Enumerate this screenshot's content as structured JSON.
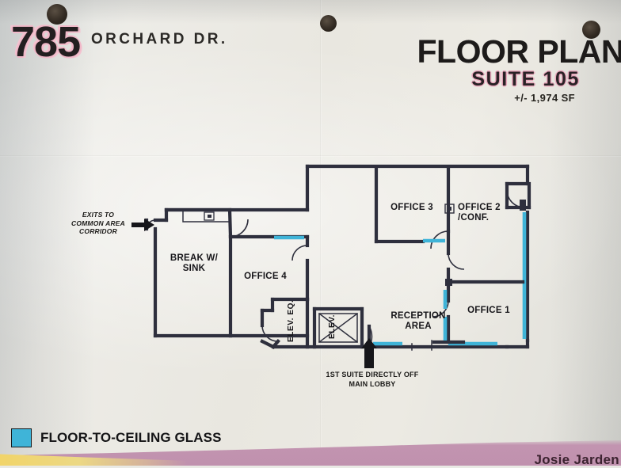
{
  "header": {
    "street_number": "785",
    "street_name": "ORCHARD DR.",
    "plan_title": "FLOOR PLAN",
    "suite": "SUITE 105",
    "area": "+/- 1,974 SF"
  },
  "rooms": [
    {
      "name": "break-room",
      "label": "BREAK W/\nSINK"
    },
    {
      "name": "office-4",
      "label": "OFFICE 4"
    },
    {
      "name": "office-3",
      "label": "OFFICE 3"
    },
    {
      "name": "office-2-conf",
      "label": "OFFICE 2\n/CONF."
    },
    {
      "name": "office-1",
      "label": "OFFICE 1"
    },
    {
      "name": "reception-area",
      "label": "RECEPTION\nAREA"
    },
    {
      "name": "elevator-equipment",
      "label": "ELEV. EQ."
    },
    {
      "name": "elevator",
      "label": "ELEV."
    }
  ],
  "annotations": {
    "exits": "EXITS TO\nCOMMON AREA\nCORRIDOR",
    "lobby": "1ST SUITE DIRECTLY OFF\nMAIN LOBBY"
  },
  "legend": {
    "label": "FLOOR-TO-CEILING GLASS",
    "color": "#3fb4d8"
  },
  "footer": {
    "signature": "Josie Jarden"
  },
  "colors": {
    "wall": "#2e2f3d",
    "glass": "#3fb4d8",
    "paper": "#e9e7e0",
    "accent_pink": "#e9a9bd"
  }
}
